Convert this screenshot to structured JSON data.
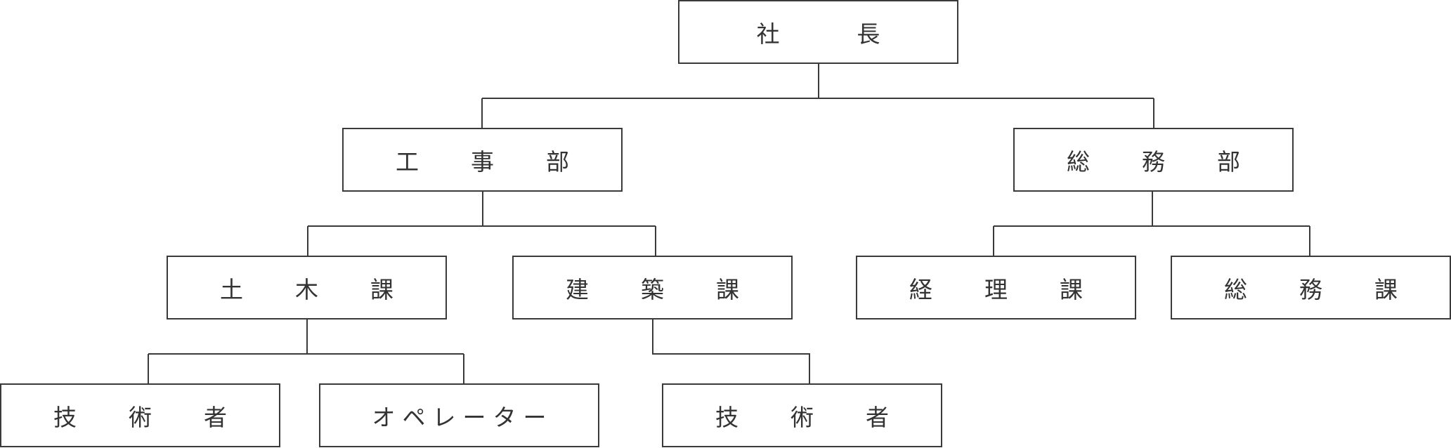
{
  "nodes": {
    "president": {
      "label": "社　　　　　長",
      "chars": [
        "社",
        "長"
      ]
    },
    "construction_dept": {
      "label": "工　事　部",
      "chars": [
        "工",
        "事",
        "部"
      ]
    },
    "general_affairs_dept": {
      "label": "総　務　部",
      "chars": [
        "総",
        "務",
        "部"
      ]
    },
    "civil_section": {
      "label": "土　木　課",
      "chars": [
        "土",
        "木",
        "課"
      ]
    },
    "building_section": {
      "label": "建　築　課",
      "chars": [
        "建",
        "築",
        "課"
      ]
    },
    "accounting_section": {
      "label": "経　理　課",
      "chars": [
        "経",
        "理",
        "課"
      ]
    },
    "general_affairs_section": {
      "label": "総　務　課",
      "chars": [
        "総",
        "務",
        "課"
      ]
    },
    "civil_engineers": {
      "label": "技　術　者",
      "chars": [
        "技",
        "術",
        "者"
      ]
    },
    "operators": {
      "label": "オペレーター"
    },
    "building_engineers": {
      "label": "技　術　者",
      "chars": [
        "技",
        "術",
        "者"
      ]
    }
  }
}
